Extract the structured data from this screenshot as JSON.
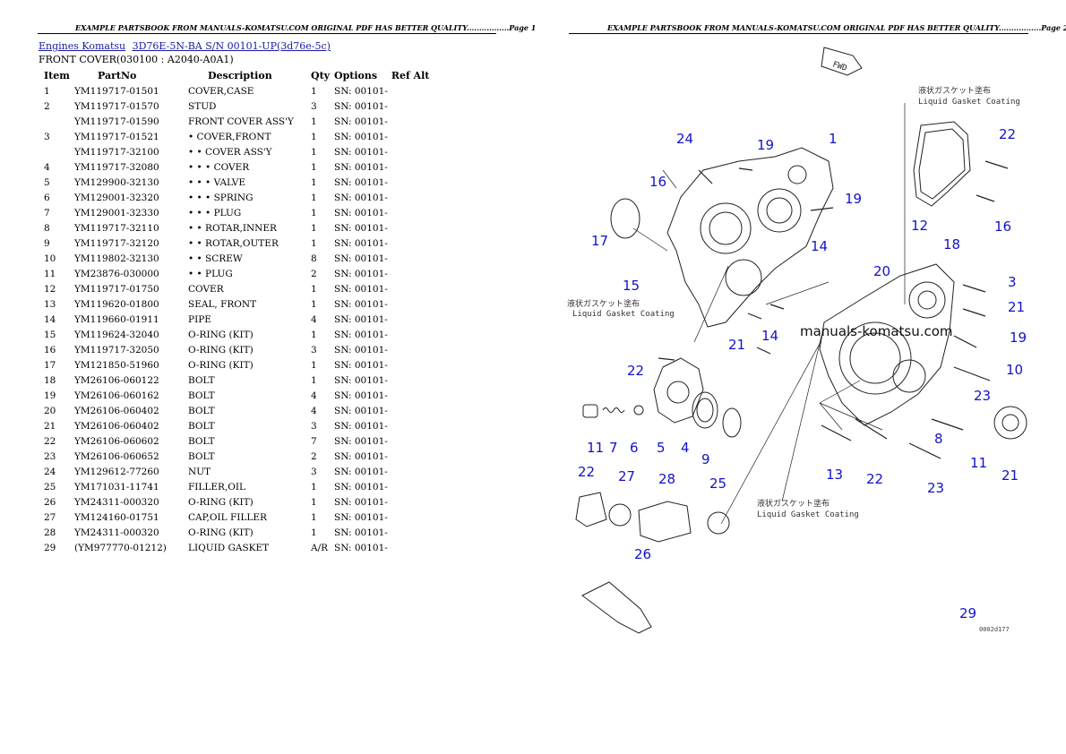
{
  "page1": {
    "header": "EXAMPLE PARTSBOOK FROM MANUALS-KOMATSU.COM ORIGINAL PDF HAS BETTER QUALITY.................Page 1",
    "breadcrumbs": [
      "Engines Komatsu",
      "3D76E-5N-BA S/N 00101-UP(3d76e-5c)"
    ],
    "subtitle": "FRONT COVER(030100 : A2040-A0A1)",
    "columns": [
      "Item",
      "PartNo",
      "Description",
      "Qty",
      "Options",
      "Ref Alt"
    ],
    "rows": [
      [
        "1",
        "YM119717-01501",
        "COVER,CASE",
        "1",
        "SN: 00101-",
        ""
      ],
      [
        "2",
        "YM119717-01570",
        "STUD",
        "3",
        "SN: 00101-",
        ""
      ],
      [
        "",
        "YM119717-01590",
        "FRONT COVER ASS'Y",
        "1",
        "SN: 00101-",
        ""
      ],
      [
        "3",
        "YM119717-01521",
        "• COVER,FRONT",
        "1",
        "SN: 00101-",
        ""
      ],
      [
        "",
        "YM119717-32100",
        "• • COVER ASS'Y",
        "1",
        "SN: 00101-",
        ""
      ],
      [
        "4",
        "YM119717-32080",
        "• • • COVER",
        "1",
        "SN: 00101-",
        ""
      ],
      [
        "5",
        "YM129900-32130",
        "• • • VALVE",
        "1",
        "SN: 00101-",
        ""
      ],
      [
        "6",
        "YM129001-32320",
        "• • • SPRING",
        "1",
        "SN: 00101-",
        ""
      ],
      [
        "7",
        "YM129001-32330",
        "• • • PLUG",
        "1",
        "SN: 00101-",
        ""
      ],
      [
        "8",
        "YM119717-32110",
        "• • ROTAR,INNER",
        "1",
        "SN: 00101-",
        ""
      ],
      [
        "9",
        "YM119717-32120",
        "• • ROTAR,OUTER",
        "1",
        "SN: 00101-",
        ""
      ],
      [
        "10",
        "YM119802-32130",
        "• • SCREW",
        "8",
        "SN: 00101-",
        ""
      ],
      [
        "11",
        "YM23876-030000",
        "• • PLUG",
        "2",
        "SN: 00101-",
        ""
      ],
      [
        "12",
        "YM119717-01750",
        "COVER",
        "1",
        "SN: 00101-",
        ""
      ],
      [
        "13",
        "YM119620-01800",
        "SEAL, FRONT",
        "1",
        "SN: 00101-",
        ""
      ],
      [
        "14",
        "YM119660-01911",
        "PIPE",
        "4",
        "SN: 00101-",
        ""
      ],
      [
        "15",
        "YM119624-32040",
        "O-RING (KIT)",
        "1",
        "SN: 00101-",
        ""
      ],
      [
        "16",
        "YM119717-32050",
        "O-RING (KIT)",
        "3",
        "SN: 00101-",
        ""
      ],
      [
        "17",
        "YM121850-51960",
        "O-RING (KIT)",
        "1",
        "SN: 00101-",
        ""
      ],
      [
        "18",
        "YM26106-060122",
        "BOLT",
        "1",
        "SN: 00101-",
        ""
      ],
      [
        "19",
        "YM26106-060162",
        "BOLT",
        "4",
        "SN: 00101-",
        ""
      ],
      [
        "20",
        "YM26106-060402",
        "BOLT",
        "4",
        "SN: 00101-",
        ""
      ],
      [
        "21",
        "YM26106-060402",
        "BOLT",
        "3",
        "SN: 00101-",
        ""
      ],
      [
        "22",
        "YM26106-060602",
        "BOLT",
        "7",
        "SN: 00101-",
        ""
      ],
      [
        "23",
        "YM26106-060652",
        "BOLT",
        "2",
        "SN: 00101-",
        ""
      ],
      [
        "24",
        "YM129612-77260",
        "NUT",
        "3",
        "SN: 00101-",
        ""
      ],
      [
        "25",
        "YM171031-11741",
        "FILLER,OIL",
        "1",
        "SN: 00101-",
        ""
      ],
      [
        "26",
        "YM24311-000320",
        "O-RING (KIT)",
        "1",
        "SN: 00101-",
        ""
      ],
      [
        "27",
        "YM124160-01751",
        "CAP,OIL FILLER",
        "1",
        "SN: 00101-",
        ""
      ],
      [
        "28",
        "YM24311-000320",
        "O-RING (KIT)",
        "1",
        "SN: 00101-",
        ""
      ],
      [
        "29",
        "(YM977770-01212)",
        "LIQUID GASKET",
        "A/R",
        "SN: 00101-",
        ""
      ]
    ],
    "link_color": "#1a1aa6"
  },
  "page2": {
    "header": "EXAMPLE PARTSBOOK FROM MANUALS-KOMATSU.COM ORIGINAL PDF HAS BETTER QUALITY.................Page 2",
    "fwd_label": "FWD",
    "note_jp": "液状ガスケット塗布",
    "note_en": "Liquid Gasket Coating",
    "watermark": "manuals-komatsu.com",
    "drawing_code": "0002d177",
    "callout_color": "#1212c9",
    "callouts": [
      "24",
      "19",
      "1",
      "16",
      "19",
      "22",
      "17",
      "15",
      "14",
      "16",
      "12",
      "18",
      "20",
      "3",
      "21",
      "21",
      "14",
      "19",
      "22",
      "10",
      "23",
      "11",
      "7",
      "6",
      "5",
      "4",
      "9",
      "8",
      "11",
      "21",
      "13",
      "22",
      "23",
      "22",
      "27",
      "28",
      "25",
      "26",
      "29"
    ]
  }
}
